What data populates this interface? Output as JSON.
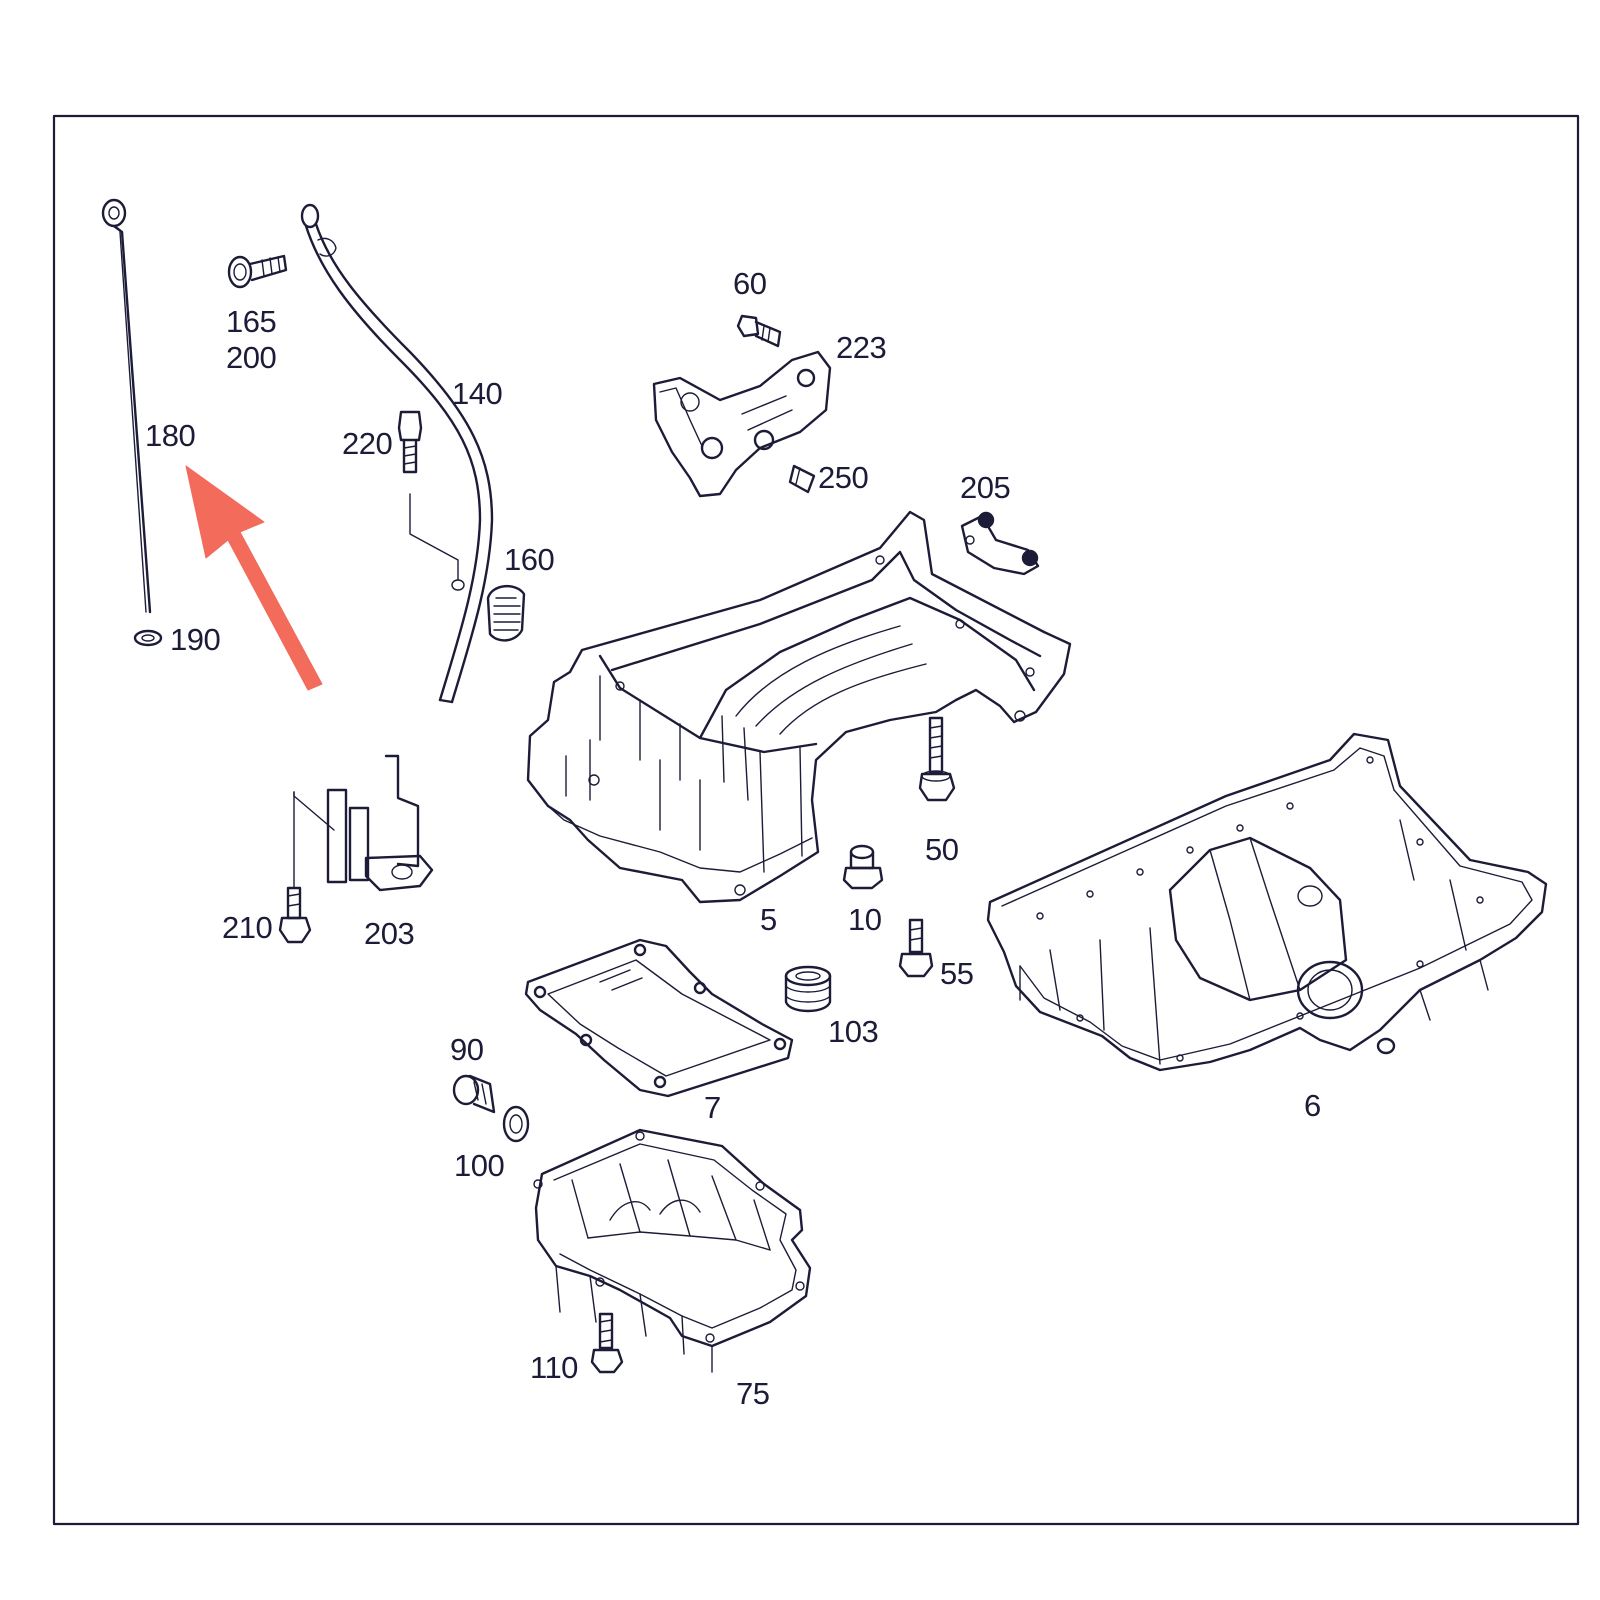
{
  "colors": {
    "line": "#1c1c38",
    "arrow": "#f26b5b",
    "background": "#ffffff"
  },
  "labels": {
    "p180": "180",
    "p190": "190",
    "p165": "165",
    "p200": "200",
    "p140": "140",
    "p220": "220",
    "p160": "160",
    "p60": "60",
    "p223": "223",
    "p250": "250",
    "p205": "205",
    "p5": "5",
    "p50": "50",
    "p10": "10",
    "p55": "55",
    "p103": "103",
    "p210": "210",
    "p203": "203",
    "p7": "7",
    "p6": "6",
    "p90": "90",
    "p100": "100",
    "p75": "75",
    "p110": "110"
  }
}
